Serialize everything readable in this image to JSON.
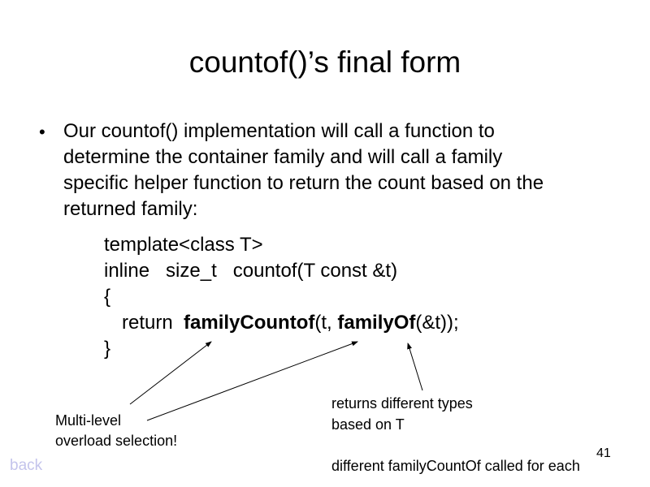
{
  "title": "countof()’s final form",
  "bullet": {
    "marker": "•",
    "lines": [
      "Our countof() implementation will call a function to",
      "determine the container family and will call a family",
      "specific helper function to return the count based on the",
      "returned family:"
    ]
  },
  "code": {
    "l1": "template<class T>",
    "l2": "inline   size_t   countof(T const &t)",
    "l3": "{",
    "l4a": "return  ",
    "l4b": "familyCountof",
    "l4c": "(t, ",
    "l4d": "familyOf",
    "l4e": "(&t));",
    "l5": "}"
  },
  "notes": {
    "left1": "Multi-level",
    "left2": "overload selection!",
    "right1": "returns different types",
    "right2": "based on T",
    "right3": "different familyCountOf called for each"
  },
  "back": "back",
  "page_number": "41"
}
